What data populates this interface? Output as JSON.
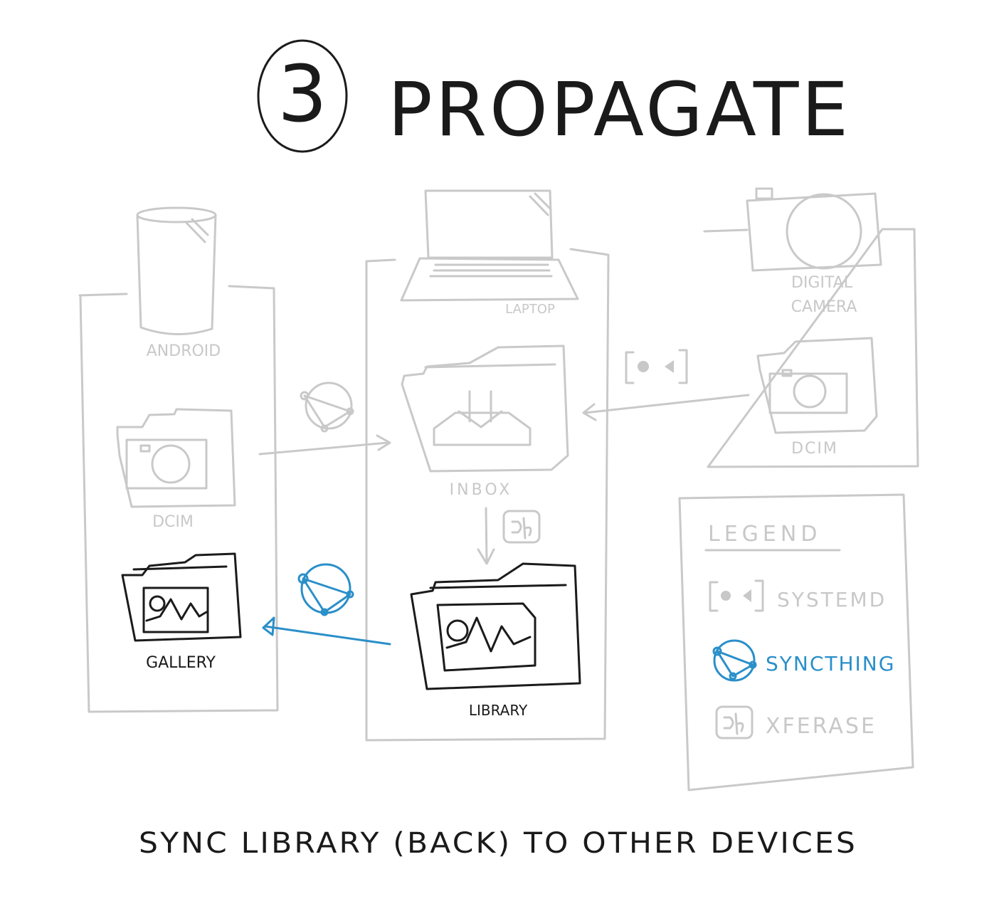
{
  "header": {
    "step_number": "3",
    "title": "Propagate"
  },
  "devices": {
    "android": {
      "label": "Android",
      "folder_dcim": "DCIM",
      "folder_gallery": "Gallery"
    },
    "laptop": {
      "label": "Laptop",
      "folder_inbox": "Inbox",
      "folder_library": "Library"
    },
    "camera": {
      "label_line1": "Digital",
      "label_line2": "Camera",
      "folder_dcim": "DCIM"
    }
  },
  "legend": {
    "title": "Legend",
    "items": [
      {
        "label": "systemd",
        "icon": "systemd-icon",
        "color": "#c8c8c8"
      },
      {
        "label": "Syncthing",
        "icon": "syncthing-icon",
        "color": "#2a8fc9"
      },
      {
        "label": "xferase",
        "icon": "xferase-icon",
        "color": "#c8c8c8"
      }
    ]
  },
  "caption": "Sync library (back) to other devices",
  "colors": {
    "inactive": "#c8c8c8",
    "active": "#1a1a1a",
    "syncthing": "#2a8fc9"
  }
}
